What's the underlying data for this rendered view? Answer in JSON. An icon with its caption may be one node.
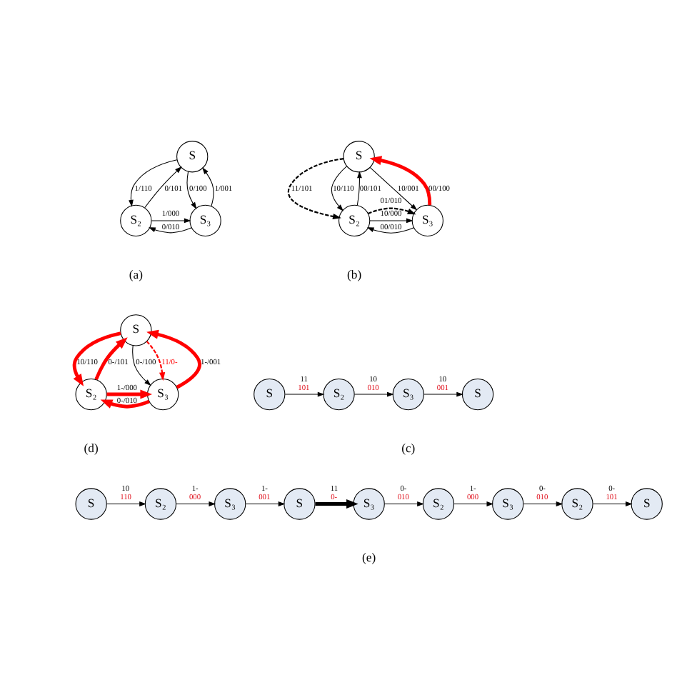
{
  "diagram": {
    "nodes": [
      {
        "text": [
          "S"
        ]
      },
      {
        "text": [
          "S₂"
        ]
      },
      {
        "text": [
          "S₃"
        ]
      },
      {
        "text": [
          "S"
        ]
      },
      {
        "text": [
          "S₂"
        ]
      },
      {
        "text": [
          "S₃"
        ]
      },
      {
        "text": [
          "S"
        ]
      },
      {
        "text": [
          "S₂"
        ]
      },
      {
        "text": [
          "S₃"
        ]
      },
      {
        "text": [
          "S"
        ]
      },
      {
        "text": [
          "S"
        ]
      },
      {
        "text": [
          "S₂"
        ]
      },
      {
        "text": [
          "S₃"
        ]
      },
      {
        "text": [
          "S"
        ]
      },
      {
        "text": [
          "S₂"
        ]
      },
      {
        "text": [
          "S₃"
        ]
      },
      {
        "text": [
          "S"
        ]
      },
      {
        "text": [
          "S₃"
        ]
      },
      {
        "text": [
          "S₂"
        ]
      },
      {
        "text": [
          "S₃"
        ]
      },
      {
        "text": [
          "S₂"
        ]
      },
      {
        "text": [
          "S"
        ]
      }
    ],
    "edges": [
      {
        "from": 1,
        "to": 0,
        "arrow": "to",
        "label": "0/101"
      },
      {
        "from": 0,
        "to": 1,
        "arrow": "to",
        "label": "1/110"
      },
      {
        "from": 2,
        "to": 0,
        "arrow": "to",
        "label": "1/001"
      },
      {
        "from": 0,
        "to": 2,
        "arrow": "to",
        "label": "0/100"
      },
      {
        "from": 1,
        "to": 2,
        "arrow": "to",
        "label": "1/000"
      },
      {
        "from": 2,
        "to": 1,
        "arrow": "to",
        "label": "0/010"
      },
      {
        "from": 3,
        "to": 4,
        "arrow": "to",
        "label": "11/101",
        "style": "dashed"
      },
      {
        "from": 4,
        "to": 3,
        "arrow": "to",
        "label": "00/101"
      },
      {
        "from": 3,
        "to": 5,
        "arrow": "to",
        "label": "10/001"
      },
      {
        "from": 3,
        "to": 4,
        "arrow": "to",
        "label": "10/110"
      },
      {
        "from": 4,
        "to": 5,
        "arrow": "to",
        "label": "10/000"
      },
      {
        "from": 5,
        "to": 3,
        "arrow": "to",
        "label": "00/100",
        "style": "thick",
        "color": "#ff0000"
      },
      {
        "from": 5,
        "to": 4,
        "arrow": "to",
        "label": "00/010"
      },
      {
        "from": 4,
        "to": 5,
        "arrow": "to",
        "label": "01/010",
        "style": "dashed"
      },
      {
        "from": 6,
        "to": 7,
        "arrow": "to",
        "label": "11 101"
      },
      {
        "from": 7,
        "to": 8,
        "arrow": "to",
        "label": "10 010"
      },
      {
        "from": 8,
        "to": 9,
        "arrow": "to",
        "label": "10 001"
      },
      {
        "from": 11,
        "to": 10,
        "arrow": "to",
        "label": "0-/101",
        "style": "thick",
        "color": "#ff0000"
      },
      {
        "from": 10,
        "to": 11,
        "arrow": "to",
        "label": "10/110",
        "style": "thick",
        "color": "#ff0000"
      },
      {
        "from": 12,
        "to": 10,
        "arrow": "to",
        "label": "1-/001",
        "style": "thick",
        "color": "#ff0000"
      },
      {
        "from": 10,
        "to": 12,
        "arrow": "to",
        "label": "0-/100"
      },
      {
        "from": 11,
        "to": 12,
        "arrow": "to",
        "label": "1-/000",
        "style": "thick",
        "color": "#ff0000"
      },
      {
        "from": 12,
        "to": 11,
        "arrow": "to",
        "label": "0-/010",
        "style": "thick",
        "color": "#ff0000"
      },
      {
        "from": 10,
        "to": 12,
        "arrow": "to",
        "label": "11/0-",
        "style": "dashed",
        "color": "#ff0000"
      },
      {
        "from": 13,
        "to": 14,
        "arrow": "to",
        "label": "10 110"
      },
      {
        "from": 14,
        "to": 15,
        "arrow": "to",
        "label": "1- 000"
      },
      {
        "from": 15,
        "to": 16,
        "arrow": "to",
        "label": "1- 001"
      },
      {
        "from": 16,
        "to": 17,
        "arrow": "to",
        "label": "11 0-",
        "style": "thick"
      },
      {
        "from": 17,
        "to": 18,
        "arrow": "to",
        "label": "0- 010"
      },
      {
        "from": 18,
        "to": 19,
        "arrow": "to",
        "label": "1- 000"
      },
      {
        "from": 19,
        "to": 20,
        "arrow": "to",
        "label": "0- 010"
      },
      {
        "from": 20,
        "to": 21,
        "arrow": "to",
        "label": "0- 101"
      }
    ],
    "labels": [
      "(a)",
      "(b)",
      "(c)",
      "(d)",
      "(e)"
    ]
  }
}
